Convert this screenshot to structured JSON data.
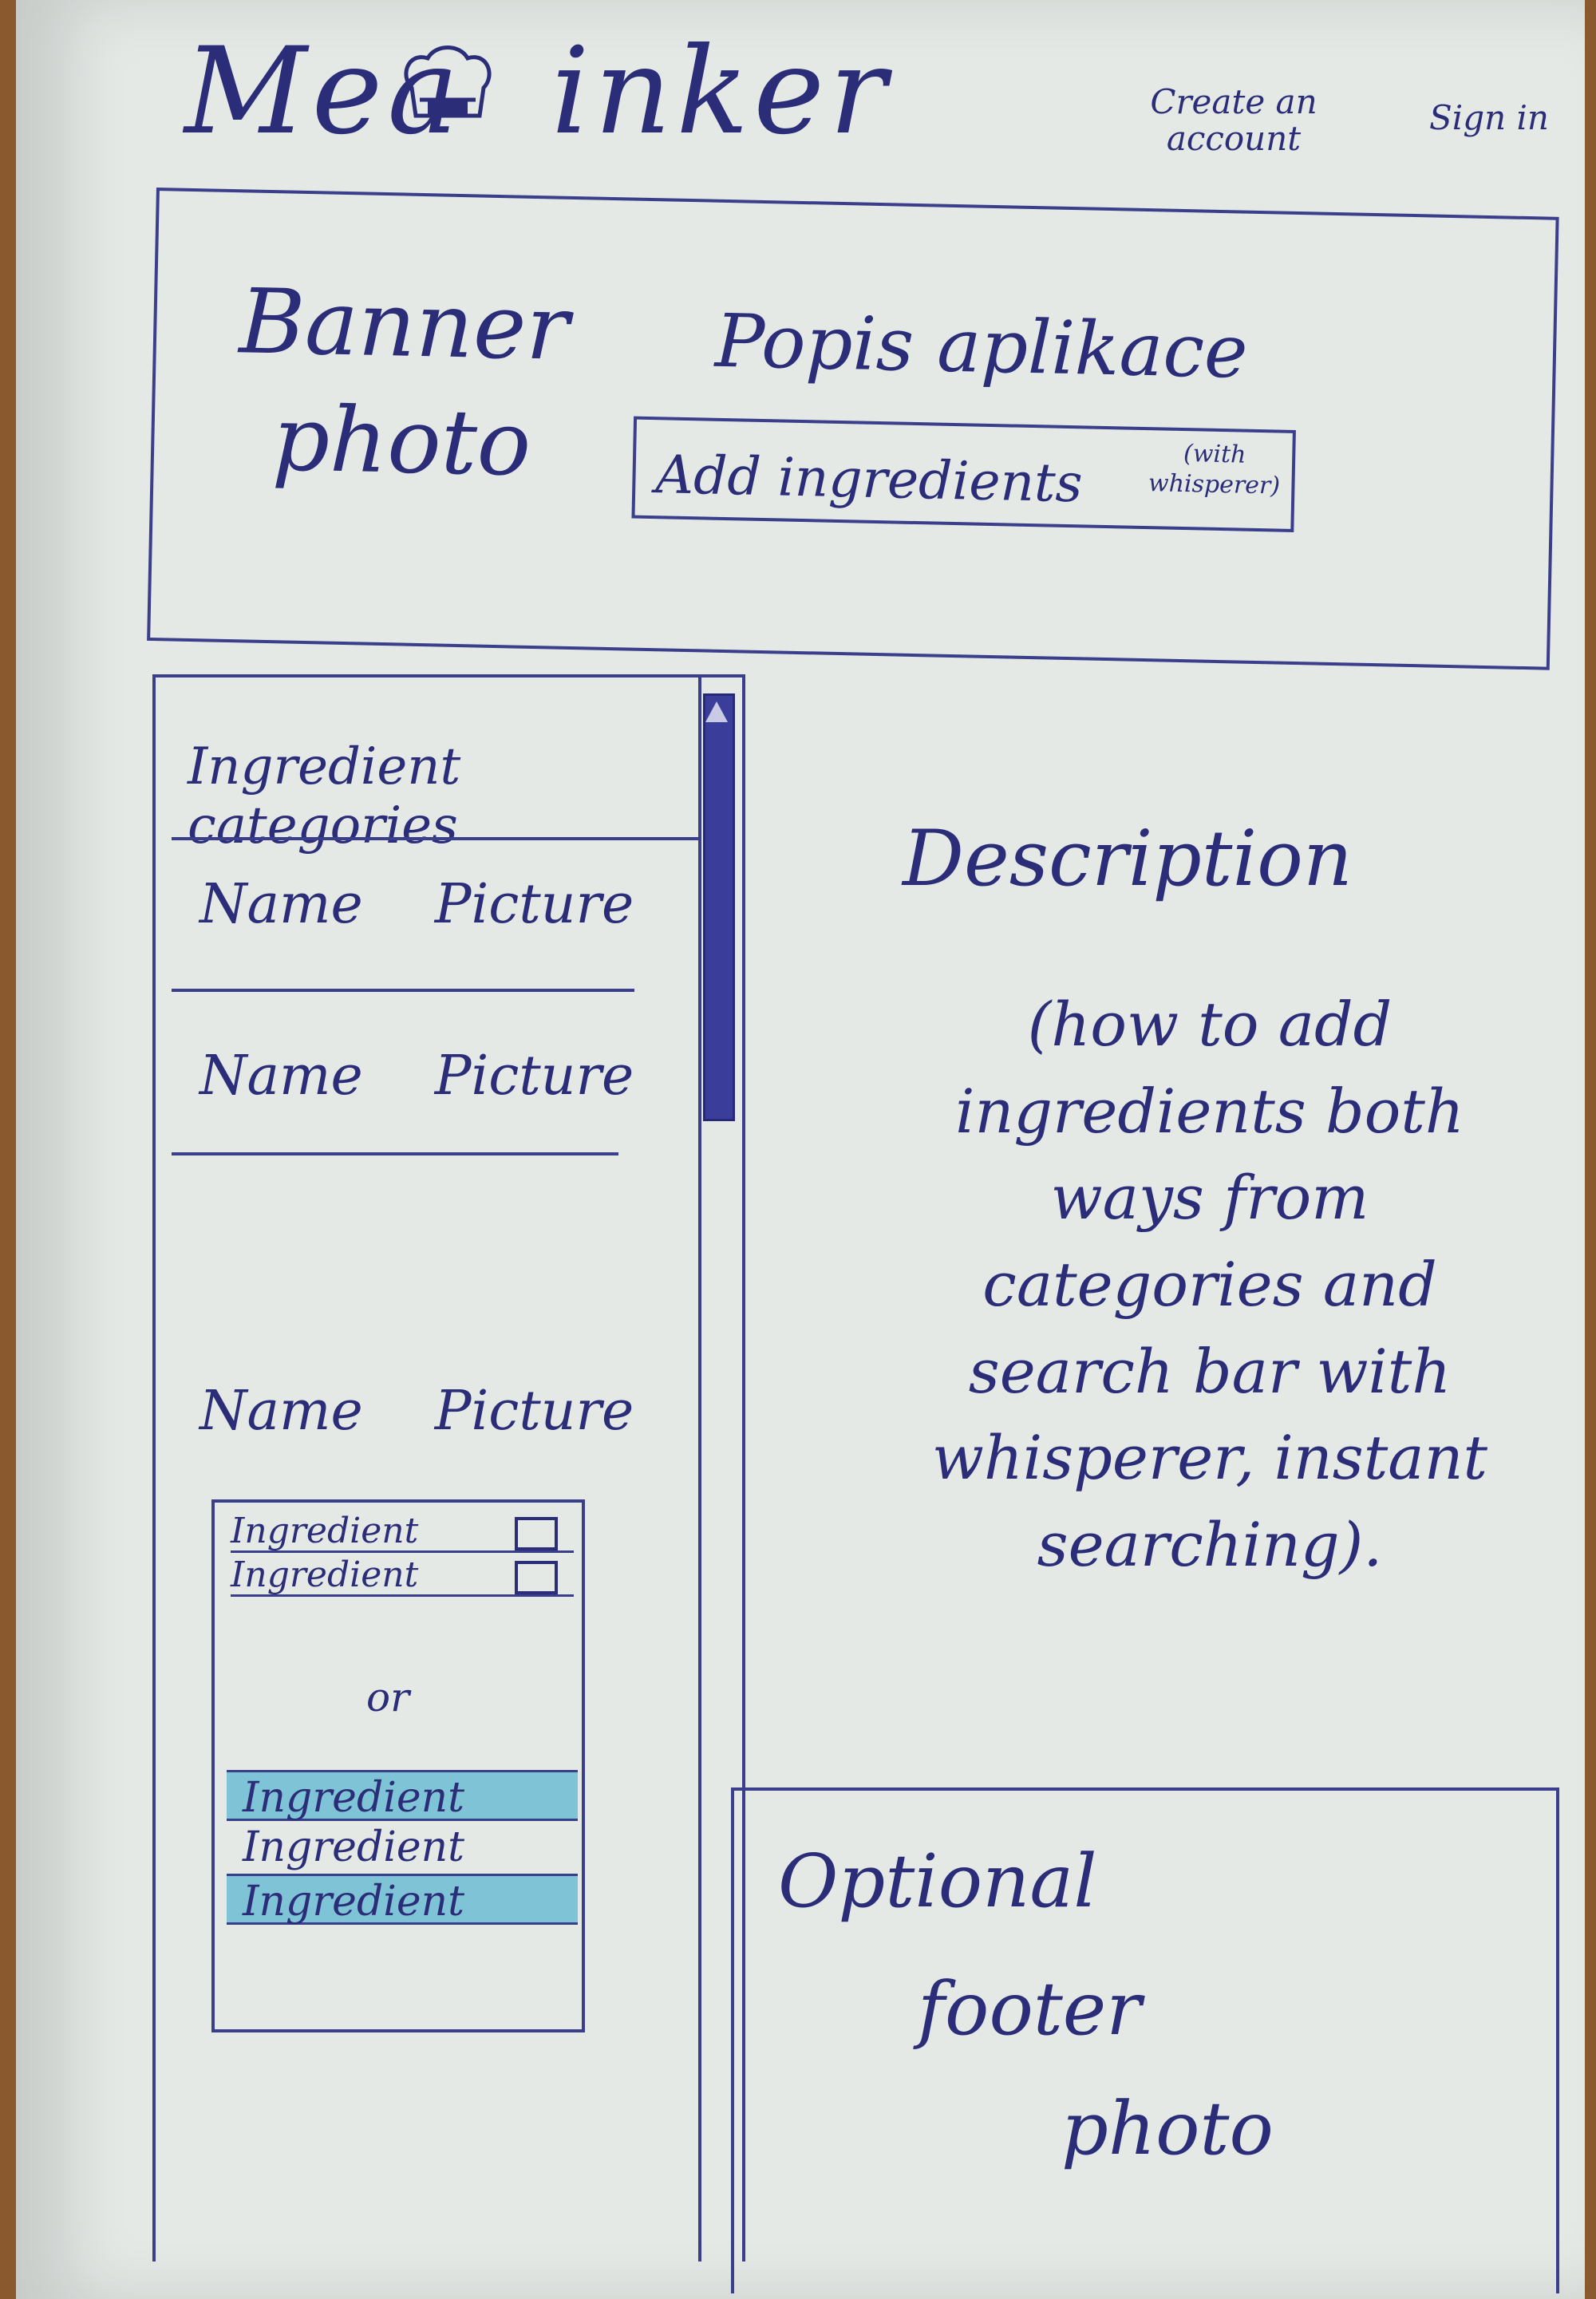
{
  "header": {
    "logo_part1": "Mea",
    "logo_part2": "inker",
    "logo_icon": "chef-hat-icon",
    "create_account": "Create an account",
    "sign_in": "Sign in"
  },
  "banner": {
    "photo_label": "Banner photo",
    "description": "Popis aplikace",
    "add_button_label": "Add ingredients",
    "add_button_note": "(with whisperer)"
  },
  "sidebar": {
    "title": "Ingredient categories",
    "categories": [
      {
        "name": "Name",
        "picture": "Picture"
      },
      {
        "name": "Name",
        "picture": "Picture"
      },
      {
        "name": "Name",
        "picture": "Picture"
      }
    ],
    "checkbox_ingredients": [
      "Ingredient",
      "Ingredient"
    ],
    "separator": "or",
    "selectable_ingredients": [
      {
        "label": "Ingredient",
        "highlighted": true
      },
      {
        "label": "Ingredient",
        "highlighted": false
      },
      {
        "label": "Ingredient",
        "highlighted": true
      }
    ],
    "highlight_color": "#7fc4d6"
  },
  "description": {
    "heading": "Description",
    "body": "(how to add ingredients both ways from categories and search bar with whisperer, instant searching)."
  },
  "footer": {
    "line1": "Optional",
    "line2": "footer",
    "line3": "photo"
  },
  "colors": {
    "ink": "#2b2d78",
    "paper": "#e4e9e6"
  }
}
